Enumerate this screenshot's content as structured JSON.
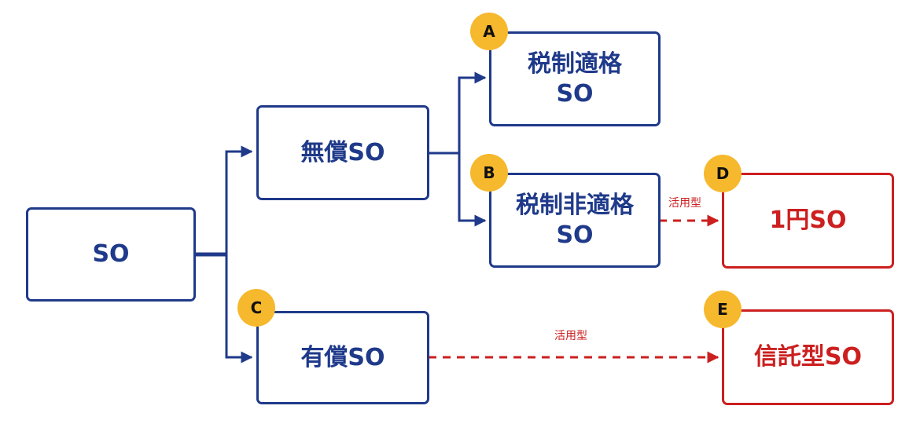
{
  "colors": {
    "navy": "#1f3a8a",
    "red": "#cc1f1f",
    "badge": "#f6b82c"
  },
  "nodes": {
    "root": {
      "label": "SO"
    },
    "free": {
      "label": "無償SO"
    },
    "paid": {
      "label": "有償SO"
    },
    "tax_qualified": {
      "line1": "税制適格",
      "line2": "SO",
      "badge": "A"
    },
    "tax_nonqualified": {
      "line1": "税制非適格",
      "line2": "SO",
      "badge": "B"
    },
    "one_yen": {
      "label": "1円SO",
      "badge": "D"
    },
    "trust": {
      "label": "信託型SO",
      "badge": "E"
    }
  },
  "paid_badge": "C",
  "edges": {
    "nonqualified_to_one_yen": {
      "label": "活用型"
    },
    "paid_to_trust": {
      "label": "活用型"
    }
  }
}
